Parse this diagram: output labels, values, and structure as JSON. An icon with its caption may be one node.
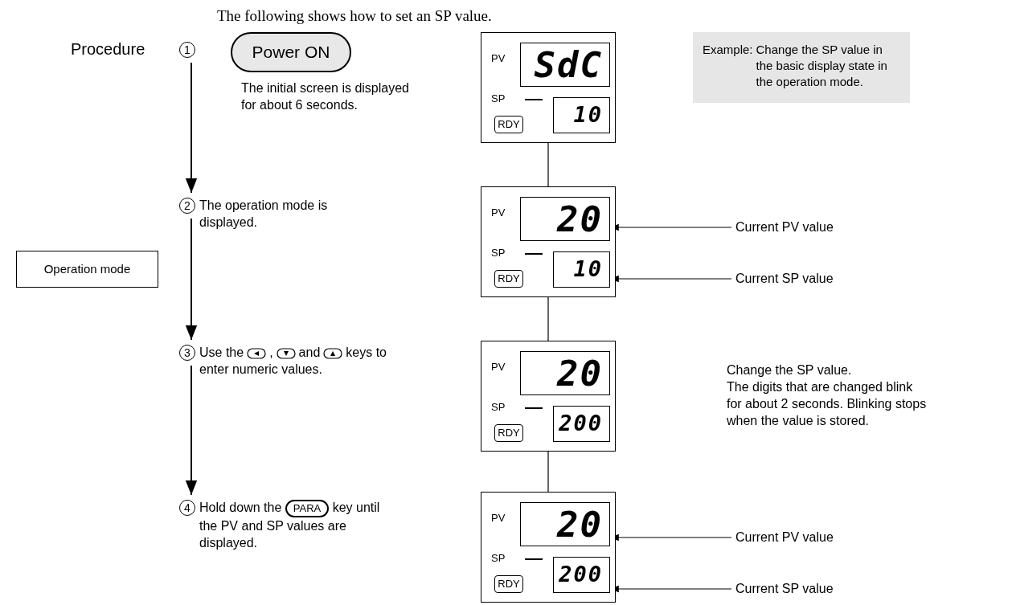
{
  "diagram": {
    "title": "The following shows how to set an SP value.",
    "nodes": [
      {
        "text": [
          "1"
        ]
      },
      {
        "text": [
          "Power ON"
        ],
        "beside": [
          "The initial screen is displayed for about 6 seconds."
        ]
      },
      {
        "text": [
          "2"
        ],
        "beside": [
          "The operation mode is displayed."
        ]
      },
      {
        "text": [
          "3"
        ],
        "beside": [
          "Use the",
          ",",
          "and",
          "keys to enter numeric values."
        ]
      },
      {
        "text": [
          "4"
        ],
        "beside": [
          "Hold down the",
          "key until the PV and SP values are displayed."
        ]
      },
      {
        "text": [
          "PARA"
        ]
      },
      {
        "text": [
          "Operation mode"
        ]
      },
      {
        "text": [
          "Example:",
          "Change the SP value in the basic display state in the operation mode."
        ]
      },
      {
        "text": [
          "PV",
          "SP"
        ]
      },
      {
        "text": [
          "SdC"
        ],
        "in": 8
      },
      {
        "text": [
          "10"
        ],
        "in": 8
      },
      {
        "text": [
          "RDY"
        ],
        "in": 8
      },
      {
        "text": [
          "PV",
          "SP"
        ]
      },
      {
        "text": [
          "20"
        ],
        "in": 12
      },
      {
        "text": [
          "10"
        ],
        "in": 12
      },
      {
        "text": [
          "RDY"
        ],
        "in": 12
      },
      {
        "text": [
          "PV",
          "SP"
        ]
      },
      {
        "text": [
          "20"
        ],
        "in": 16
      },
      {
        "text": [
          "200"
        ],
        "in": 16
      },
      {
        "text": [
          "RDY"
        ],
        "in": 16
      },
      {
        "text": [
          "PV",
          "SP"
        ]
      },
      {
        "text": [
          "20"
        ],
        "in": 20
      },
      {
        "text": [
          "200"
        ],
        "in": 20
      },
      {
        "text": [
          "RDY"
        ],
        "in": 20
      },
      {
        "text": [
          "Current PV value"
        ]
      },
      {
        "text": [
          "Current SP value"
        ]
      },
      {
        "text": [
          "Current PV value"
        ]
      },
      {
        "text": [
          "Current SP value"
        ]
      }
    ],
    "edges": [
      {
        "from": 0,
        "to": 2,
        "arrow": "to"
      },
      {
        "from": 2,
        "to": 3,
        "arrow": "to"
      },
      {
        "from": 3,
        "to": 4,
        "arrow": "to"
      },
      {
        "from": 8,
        "to": 12,
        "arrow": "none"
      },
      {
        "from": 12,
        "to": 16,
        "arrow": "none"
      },
      {
        "from": 16,
        "to": 20,
        "arrow": "none"
      },
      {
        "from": 24,
        "to": 13,
        "arrow": "to"
      },
      {
        "from": 25,
        "to": 14,
        "arrow": "to"
      },
      {
        "from": 26,
        "to": 21,
        "arrow": "to"
      },
      {
        "from": 27,
        "to": 22,
        "arrow": "to"
      }
    ],
    "labels": [
      "Procedure",
      "Change the SP value.",
      "The digits that are changed blink for about 2 seconds. Blinking stops when the value is stored."
    ]
  }
}
